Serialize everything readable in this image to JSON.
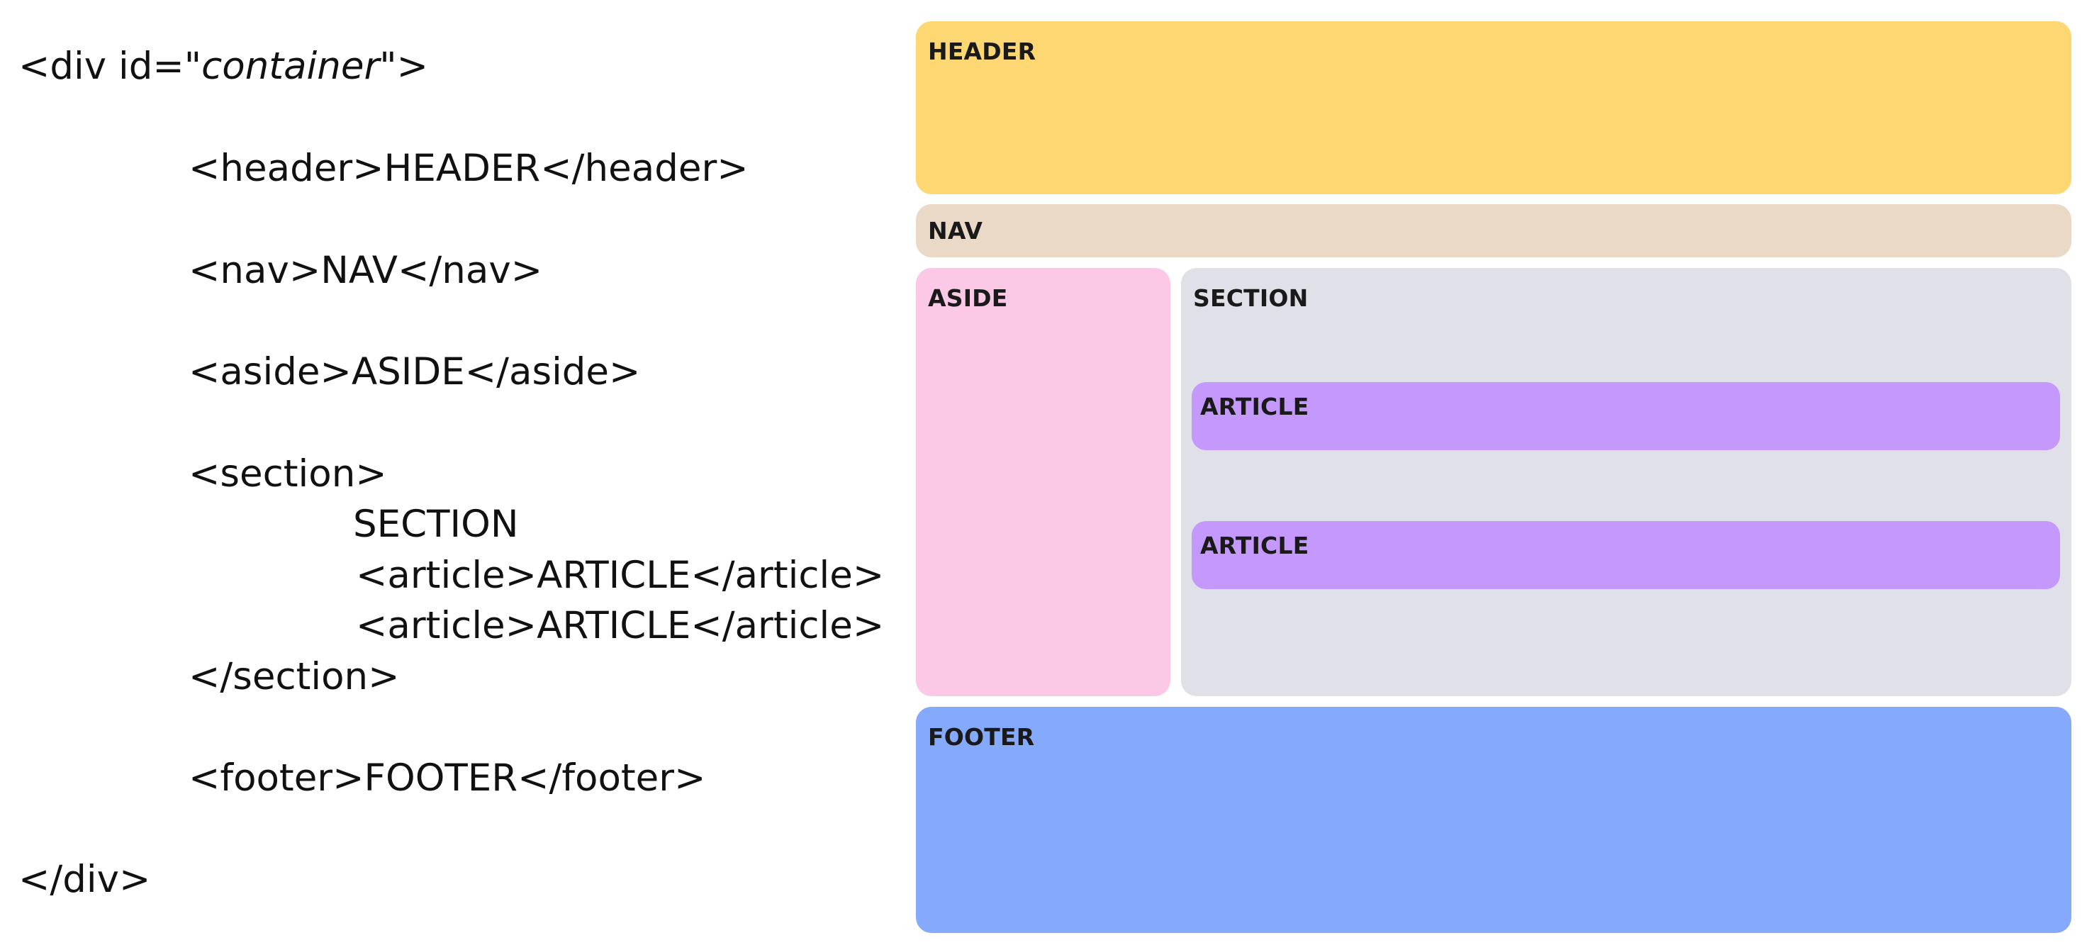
{
  "code": {
    "div_open_prefix": "<div id=",
    "div_open_value": "\"container\"",
    "div_open_suffix": ">",
    "header_line": "<header>HEADER</header>",
    "nav_line": "<nav>NAV</nav>",
    "aside_line": "<aside>ASIDE</aside>",
    "section_open": "<section>",
    "section_text": "SECTION",
    "article_line_1": "<article>ARTICLE</article>",
    "article_line_2": "<article>ARTICLE</article>",
    "section_close": "</section>",
    "footer_line": "<footer>FOOTER</footer>",
    "div_close": "</div>"
  },
  "layout": {
    "header": "HEADER",
    "nav": "NAV",
    "aside": "ASIDE",
    "section": "SECTION",
    "articles": [
      "ARTICLE",
      "ARTICLE"
    ],
    "footer": "FOOTER"
  },
  "colors": {
    "header": "#fcd772",
    "nav": "#ead9c6",
    "aside": "#fbc9e5",
    "section": "#e0e0e9",
    "article": "#c499fb",
    "footer": "#86aafb"
  }
}
